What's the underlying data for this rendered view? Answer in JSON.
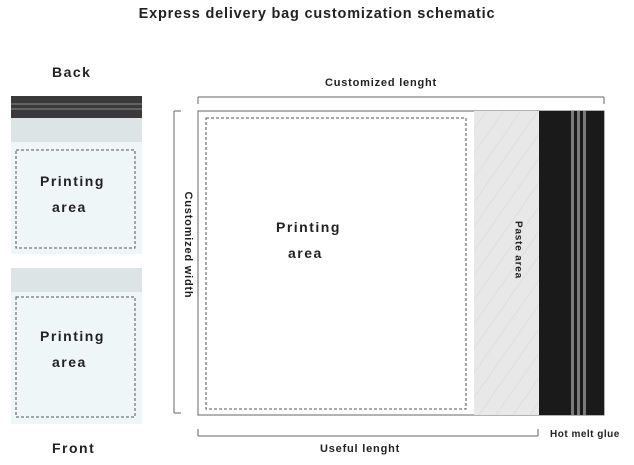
{
  "title": "Express delivery bag customization schematic",
  "back_label": "Back",
  "front_label": "Front",
  "back_printing_line1": "Printing",
  "back_printing_line2": "area",
  "front_printing_line1": "Printing",
  "front_printing_line2": "area",
  "main_printing_line1": "Printing",
  "main_printing_line2": "area",
  "customized_length_label": "Customized lenght",
  "customized_width_label": "Customized width",
  "paste_area_label": "Paste area",
  "useful_length_label": "Useful lenght",
  "hot_melt_glue_label": "Hot melt glue",
  "colors": {
    "light_panel": "#eef6f8",
    "light_strip": "#dce4e6",
    "glue_dark": "#1a1a1a",
    "paste_area": "#e8e8e8",
    "text": "#222222"
  }
}
